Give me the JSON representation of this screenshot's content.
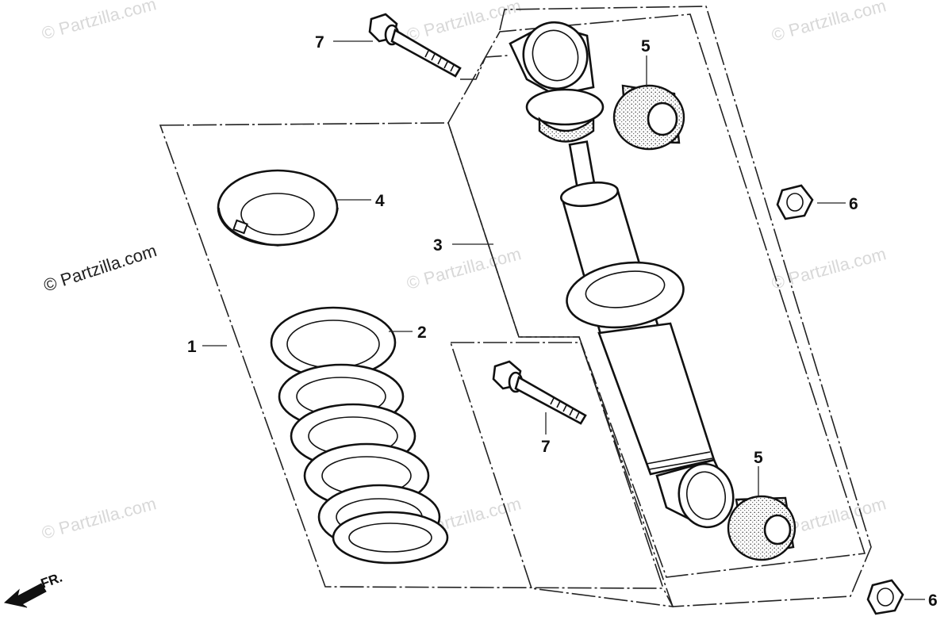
{
  "diagram": {
    "parts": [
      {
        "id": "spring-assembly",
        "ref": "1"
      },
      {
        "id": "spring",
        "ref": "2"
      },
      {
        "id": "shock-absorber",
        "ref": "3"
      },
      {
        "id": "spring-seat",
        "ref": "4"
      },
      {
        "id": "upper-bushing",
        "ref": "5"
      },
      {
        "id": "lower-bushing",
        "ref": "5"
      },
      {
        "id": "upper-nut",
        "ref": "6"
      },
      {
        "id": "lower-nut",
        "ref": "6"
      },
      {
        "id": "upper-bolt",
        "ref": "7"
      },
      {
        "id": "lower-bolt",
        "ref": "7"
      }
    ],
    "watermark": "© Partzilla.com",
    "direction_label": "FR."
  }
}
